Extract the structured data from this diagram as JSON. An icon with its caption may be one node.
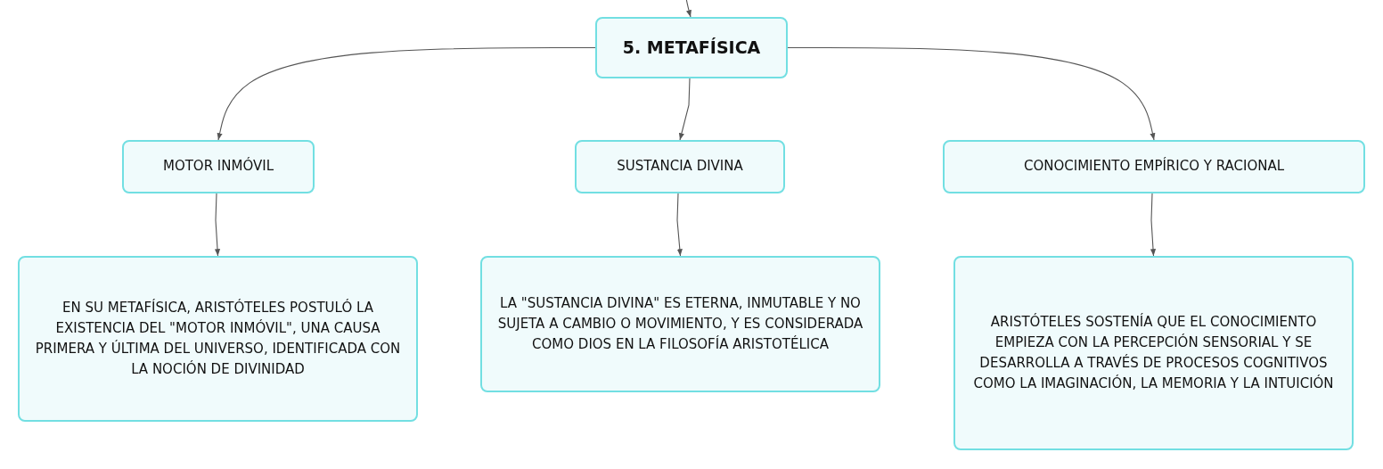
{
  "diagram": {
    "nodes": [
      {
        "text": [
          "5. METAFÍSICA"
        ]
      },
      {
        "text": [
          "MOTOR INMÓVIL"
        ]
      },
      {
        "text": [
          "SUSTANCIA DIVINA"
        ]
      },
      {
        "text": [
          "CONOCIMIENTO EMPÍRICO Y RACIONAL"
        ]
      },
      {
        "text": [
          "EN SU METAFÍSICA, ARISTÓTELES POSTULÓ LA EXISTENCIA DEL \"MOTOR INMÓVIL\", UNA CAUSA PRIMERA Y ÚLTIMA DEL UNIVERSO, IDENTIFICADA CON LA NOCIÓN DE DIVINIDAD"
        ]
      },
      {
        "text": [
          "LA \"SUSTANCIA DIVINA\" ES ETERNA, INMUTABLE Y NO SUJETA A CAMBIO O MOVIMIENTO, Y ES CONSIDERADA COMO DIOS EN LA FILOSOFÍA ARISTOTÉLICA"
        ]
      },
      {
        "text": [
          "ARISTÓTELES SOSTENÍA QUE EL CONOCIMIENTO EMPIEZA CON LA PERCEPCIÓN SENSORIAL Y SE DESARROLLA A TRAVÉS DE PROCESOS COGNITIVOS COMO LA IMAGINACIÓN, LA MEMORIA Y LA INTUICIÓN"
        ]
      }
    ],
    "edges": [
      {
        "from": null,
        "to": 0,
        "arrow": "to"
      },
      {
        "from": 0,
        "to": 1,
        "arrow": "to"
      },
      {
        "from": 0,
        "to": 2,
        "arrow": "to"
      },
      {
        "from": 0,
        "to": 3,
        "arrow": "to"
      },
      {
        "from": 1,
        "to": 4,
        "arrow": "to"
      },
      {
        "from": 2,
        "to": 5,
        "arrow": "to"
      },
      {
        "from": 3,
        "to": 6,
        "arrow": "to"
      }
    ]
  }
}
